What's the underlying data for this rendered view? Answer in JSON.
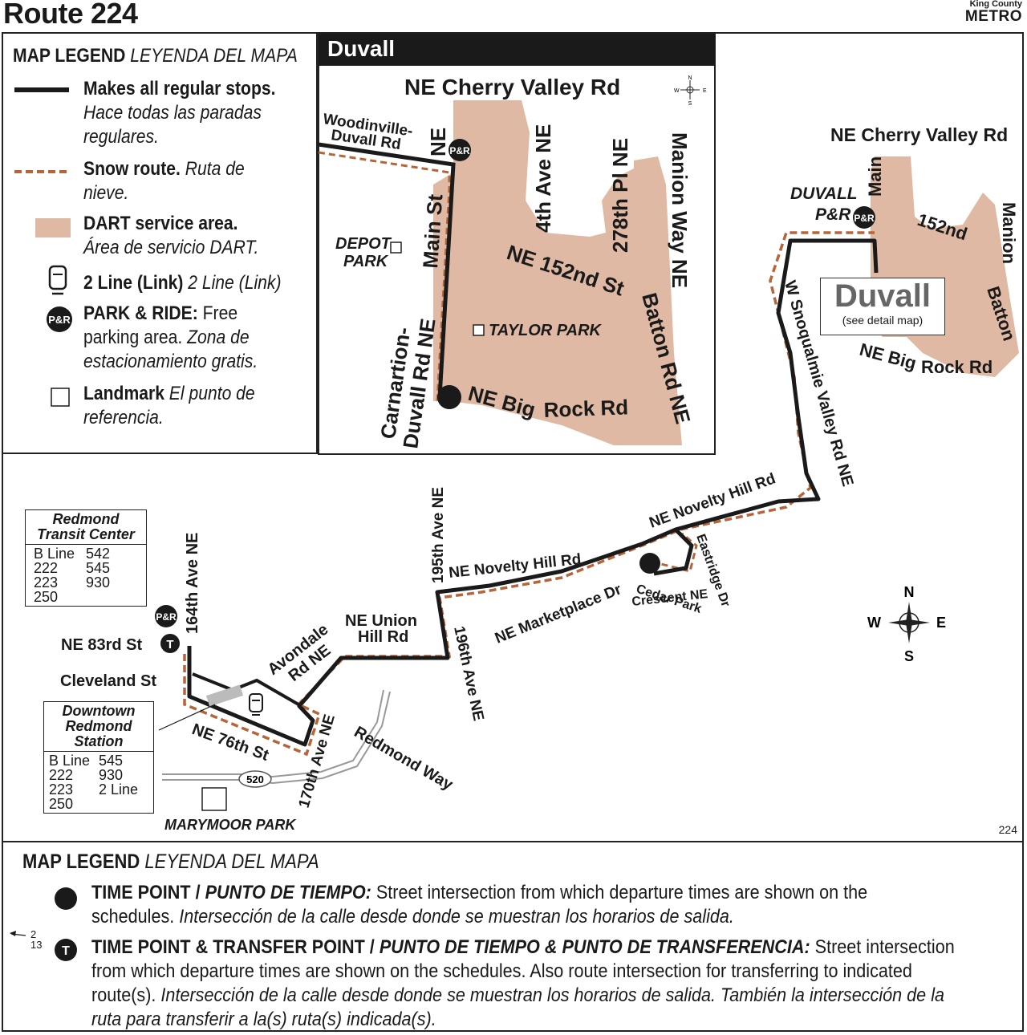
{
  "header": {
    "title": "Route 224",
    "logo_top": "King County",
    "logo_bottom": "METRO"
  },
  "colors": {
    "route": "#1a1a1a",
    "snow": "#b5653a",
    "dart": "#dfb9a3",
    "street": "#1a1a1a"
  },
  "legend": {
    "heading_en": "MAP LEGEND",
    "heading_es": "LEYENDA DEL MAPA",
    "regular_en": "Makes all regular stops.",
    "regular_es_1": "Hace todas las paradas",
    "regular_es_2": "regulares.",
    "snow_en": "Snow route.",
    "snow_es_1": "Ruta de",
    "snow_es_2": "nieve.",
    "dart_en": "DART service area.",
    "dart_es": "Área de servicio DART.",
    "link_en": "2 Line (Link)",
    "link_es": "2 Line (Link)",
    "pr_en": "PARK & RIDE:",
    "pr_en_2": "Free",
    "pr_line2": "parking area.",
    "pr_es_1": "Zona de",
    "pr_es_2": "estacionamiento gratis.",
    "landmark_en": "Landmark",
    "landmark_es_1": "El punto de",
    "landmark_es_2": "referencia.",
    "pr_icon": "P&R"
  },
  "inset": {
    "title": "Duvall",
    "streets": {
      "cherry": "NE Cherry Valley Rd",
      "woodinville_1": "Woodinville-",
      "woodinville_2": "Duvall Rd",
      "ne": "NE",
      "main": "Main St",
      "fourth": "4th Ave NE",
      "p278": "278th Pl NE",
      "manion": "Manion Way NE",
      "n152": "NE 152nd St",
      "batton": "Batton Rd NE",
      "carnation_1": "Carnartion-",
      "carnation_2": "Duvall Rd NE",
      "bigrock_1": "NE Big",
      "bigrock_2": "Rock Rd"
    },
    "landmarks": {
      "depot_1": "DEPOT",
      "depot_2": "PARK",
      "taylor": "TAYLOR PARK"
    },
    "compass": {
      "n": "N",
      "s": "S",
      "e": "E",
      "w": "W"
    }
  },
  "map": {
    "duvall_label": "Duvall",
    "duvall_sub": "(see detail map)",
    "duvall_pr_1": "DUVALL",
    "duvall_pr_2": "P&R",
    "streets": {
      "cherry": "NE Cherry Valley Rd",
      "main": "Main",
      "n152": "152nd",
      "manion": "Manion",
      "batton": "Batton",
      "bigrock_1": "NE Big",
      "bigrock_2": "Rock Rd",
      "snoqualmie": "W Snoqualmie Valley Rd NE",
      "novelty_e": "NE Novelty Hill Rd",
      "novelty_w": "NE Novelty Hill Rd",
      "eastridge": "Eastridge Dr",
      "cedar_1": "Cedar Park",
      "cedar_2": "Crescent NE",
      "marketplace": "NE Marketplace Dr",
      "ave195": "195th Ave NE",
      "ave196": "196th Ave NE",
      "union_1": "NE Union",
      "union_2": "Hill Rd",
      "avondale_1": "Avondale",
      "avondale_2": "Rd NE",
      "ave164": "164th Ave NE",
      "ne83": "NE 83rd St",
      "cleveland": "Cleveland St",
      "ne76": "NE 76th St",
      "ave170": "170th Ave NE",
      "redmond_way": "Redmond Way",
      "hwy": "520",
      "marymoor": "MARYMOOR PARK"
    },
    "rtc": {
      "title_1": "Redmond",
      "title_2": "Transit Center",
      "routes": [
        "B Line",
        "542",
        "222",
        "545",
        "223",
        "930",
        "250",
        ""
      ]
    },
    "drs": {
      "title_1": "Downtown",
      "title_2": "Redmond",
      "title_3": "Station",
      "routes": [
        "B Line",
        "545",
        "222",
        "930",
        "223",
        "2 Line",
        "250",
        ""
      ]
    },
    "compass": {
      "n": "N",
      "s": "S",
      "e": "E",
      "w": "W"
    },
    "page_number": "224"
  },
  "bottom_legend": {
    "heading_en": "MAP LEGEND",
    "heading_es": "LEYENDA DEL MAPA",
    "tp_title": "TIME POINT /",
    "tp_title_es": "PUNTO DE TIEMPO:",
    "tp_text": "Street intersection from which departure times are shown on the",
    "tp_text_2": "schedules.",
    "tp_text_es": "Intersección de la calle desde donde se muestran los horarios de salida.",
    "tt_title": "TIME POINT & TRANSFER POINT /",
    "tt_title_es": "PUNTO DE TIEMPO & PUNTO DE TRANSFERENCIA:",
    "tt_text": "Street intersection",
    "tt_text_2": "from which departure times are shown on the schedules. Also route intersection for transferring to indicated",
    "tt_text_3": "route(s).",
    "tt_text_3_es": "Intersección de la calle desde donde se muestran los horarios de salida. También la intersección de la",
    "tt_text_4_es": "ruta para transferir a la(s) ruta(s) indicada(s).",
    "example_routes_1": "2",
    "example_routes_2": "13",
    "t_icon": "T"
  }
}
